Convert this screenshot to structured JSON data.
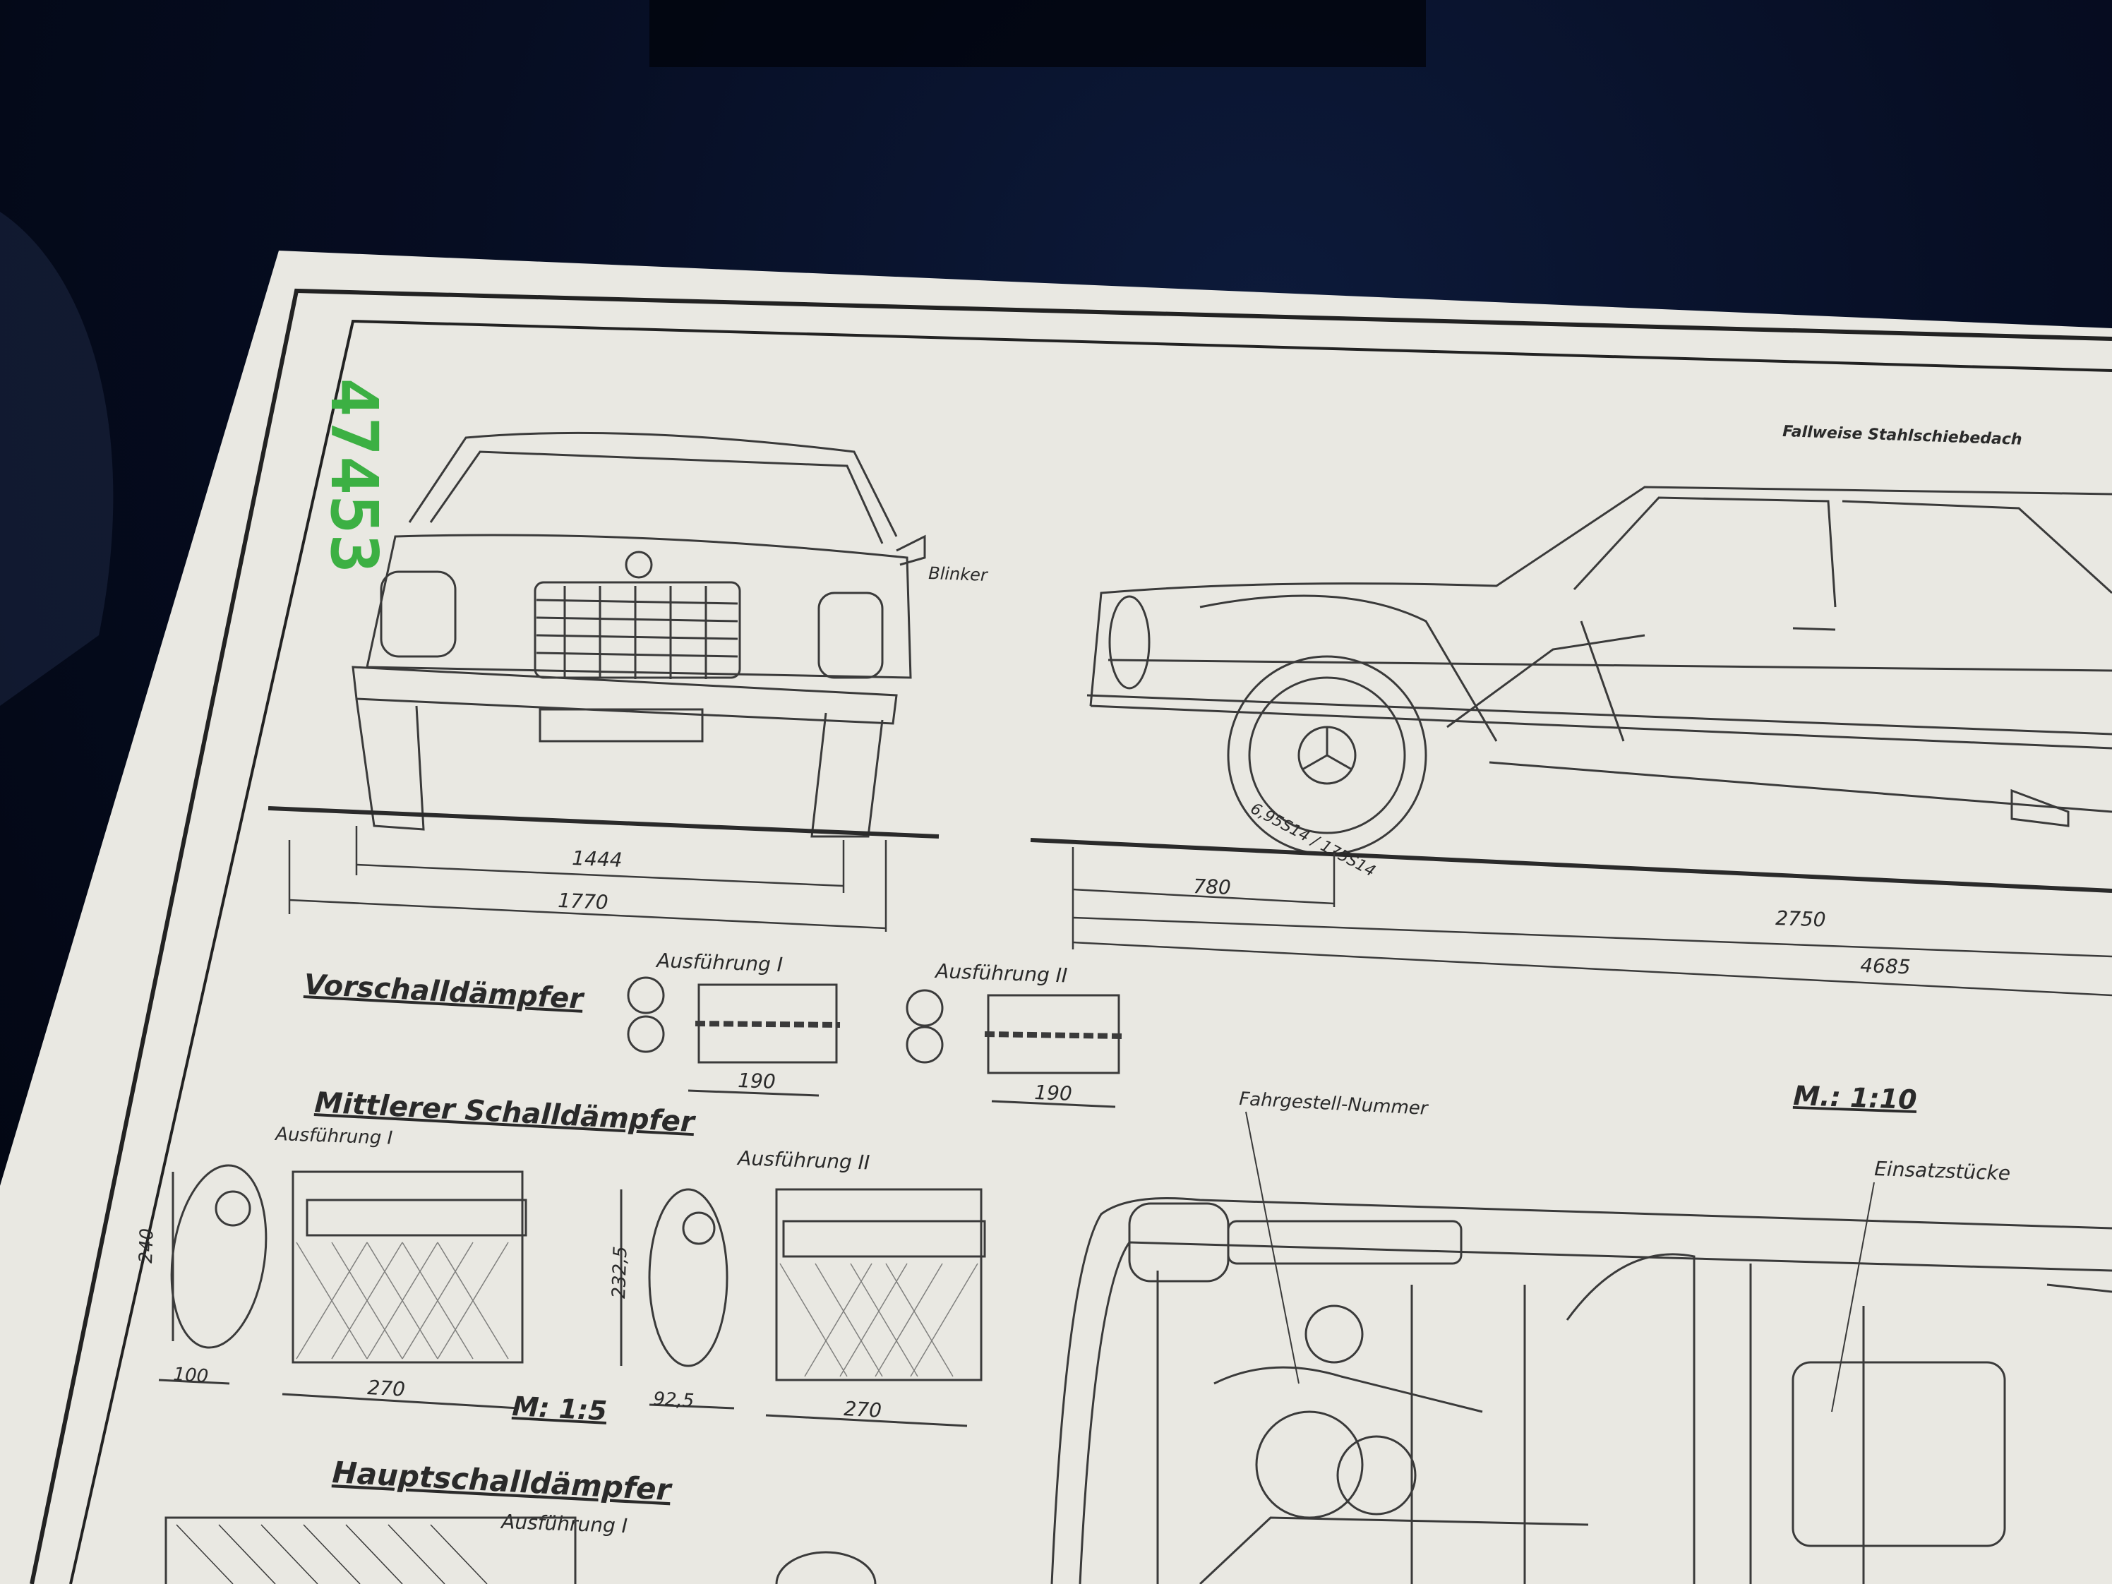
{
  "stamp_number": "47453",
  "labels": {
    "blinker": "Blinker",
    "sunroof": "Fallweise Stahlschiebedach",
    "track_rear": "1444",
    "width": "1770",
    "front_overhang": "780",
    "wheelbase": "2750",
    "length": "4685",
    "tire": "6,95S14 / 175S14",
    "pre_muffler": "Vorschalldämpfer",
    "version_1": "Ausführung I",
    "version_2": "Ausführung II",
    "pre_len_1": "190",
    "pre_len_2": "190",
    "mid_muffler": "Mittlerer Schalldämpfer",
    "mid_v1": "Ausführung I",
    "mid_v2": "Ausführung II",
    "mid_h1": "240",
    "mid_w1": "100",
    "mid_len1": "270",
    "mid_h2": "232,5",
    "mid_w2": "92,5",
    "mid_len2": "270",
    "scale_5": "M: 1:5",
    "chassis_no": "Fahrgestell-Nummer",
    "scale_10": "M.: 1:10",
    "inserts": "Einsatzstücke",
    "main_muffler": "Hauptschalldämpfer",
    "main_v1": "Ausführung I"
  },
  "colors": {
    "paper": "#e9e8e2",
    "ink": "#3a3a3a",
    "stamp": "#3cb043",
    "background": "#060d22"
  }
}
